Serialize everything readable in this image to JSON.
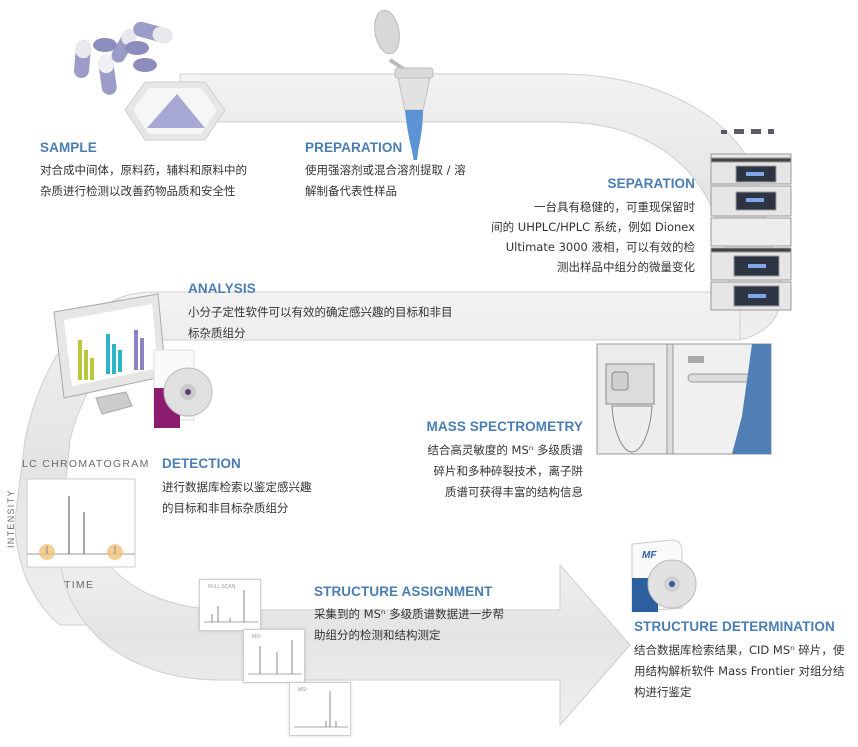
{
  "colors": {
    "title_blue": "#4a7db4",
    "band_gray": "#e6e6e6",
    "text_dark": "#333333"
  },
  "steps": {
    "sample": {
      "title": "SAMPLE",
      "lines": [
        "对合成中间体，原料药，辅料和原料中的",
        "杂质进行检测以改善药物品质和安全性"
      ]
    },
    "preparation": {
      "title": "PREPARATION",
      "lines": [
        "使用强溶剂或混合溶剂提取 / 溶",
        "解制备代表性样品"
      ]
    },
    "separation": {
      "title": "SEPARATION",
      "lines": [
        "一台具有稳健的，可重现保留时",
        "间的 UHPLC/HPLC 系统，例如 Dionex",
        "Ultimate 3000 液相，可以有效的检",
        "测出样品中组分的微量变化"
      ]
    },
    "analysis": {
      "title": "ANALYSIS",
      "lines": [
        "小分子定性软件可以有效的确定感兴趣的目标和非目",
        "标杂质组分"
      ]
    },
    "mass_spectrometry": {
      "title": "MASS SPECTROMETRY",
      "lines": [
        "结合高灵敏度的 MSⁿ 多级质谱",
        "碎片和多种碎裂技术，离子阱",
        "质谱可获得丰富的结构信息"
      ]
    },
    "detection": {
      "title": "DETECTION",
      "lines": [
        "进行数据库检索以鉴定感兴趣",
        "的目标和非目标杂质组分"
      ]
    },
    "structure_assignment": {
      "title": "STRUCTURE ASSIGNMENT",
      "lines": [
        "采集到的 MSⁿ 多级质谱数据进一步帮",
        "助组分的检测和结构测定"
      ]
    },
    "structure_determination": {
      "title": "STRUCTURE DETERMINATION",
      "lines": [
        "结合数据库检索结果，CID MSⁿ 碎片，使",
        "用结构解析软件 Mass Frontier 对组分结",
        "构进行鉴定"
      ]
    }
  },
  "chromatogram": {
    "title": "LC CHROMATOGRAM",
    "xlabel": "TIME",
    "ylabel": "INTENSITY"
  },
  "ms_cards": [
    {
      "tag": "FULL SCAN"
    },
    {
      "tag": "MS²"
    },
    {
      "tag": "MS³"
    }
  ],
  "software_box_label": "MF",
  "icons": {
    "sample": "pills-and-powder-icon",
    "preparation": "sample-tube-icon",
    "separation": "hplc-system-icon",
    "analysis": "monitor-software-icon",
    "mass_spectrometry": "mass-spectrometer-icon",
    "structure_determination": "software-box-icon"
  }
}
